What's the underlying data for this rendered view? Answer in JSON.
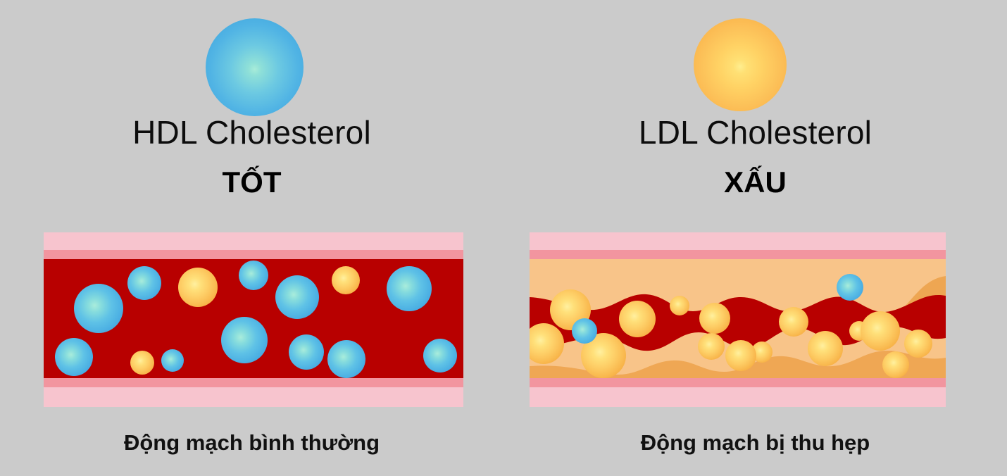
{
  "background_color": "#cbcbcb",
  "left": {
    "molecule_icon": "hdl-particle-sphere",
    "molecule_color": "#4aade2",
    "title": "HDL Cholesterol",
    "verdict": "TỐT",
    "caption": "Động mạch bình thường",
    "artery": {
      "outer_wall_color": "#f7c4ce",
      "inner_wall_color": "#f2959f",
      "blood_color": "#b80000",
      "plaque": false,
      "hdl_particle_color": "#5bbce8",
      "ldl_particle_color": "#fbc濃"
    }
  },
  "right": {
    "molecule_icon": "ldl-particle-sphere",
    "molecule_color": "#fbb040",
    "title": "LDL Cholesterol",
    "verdict": "XẤU",
    "caption": "Động mạch bị thu hẹp",
    "artery": {
      "outer_wall_color": "#f7c4ce",
      "inner_wall_color": "#f2959f",
      "blood_color": "#b80000",
      "plaque": true,
      "plaque_base_color": "#eda44f",
      "plaque_top_color": "#f8c489"
    }
  },
  "chart_data": {
    "type": "diagram",
    "title": "HDL vs LDL Cholesterol — artery comparison",
    "panels": [
      {
        "label": "HDL Cholesterol",
        "verdict": "TỐT",
        "caption": "Động mạch bình thường",
        "marker_color": "#4aade2",
        "narrowed": false,
        "lumen_open_percent": 100,
        "particles": {
          "hdl": 14,
          "ldl": 3
        }
      },
      {
        "label": "LDL Cholesterol",
        "verdict": "XẤU",
        "caption": "Động mạch bị thu hẹp",
        "marker_color": "#fbb040",
        "narrowed": true,
        "lumen_open_percent": 45,
        "particles": {
          "hdl": 2,
          "ldl": 16
        }
      }
    ]
  }
}
